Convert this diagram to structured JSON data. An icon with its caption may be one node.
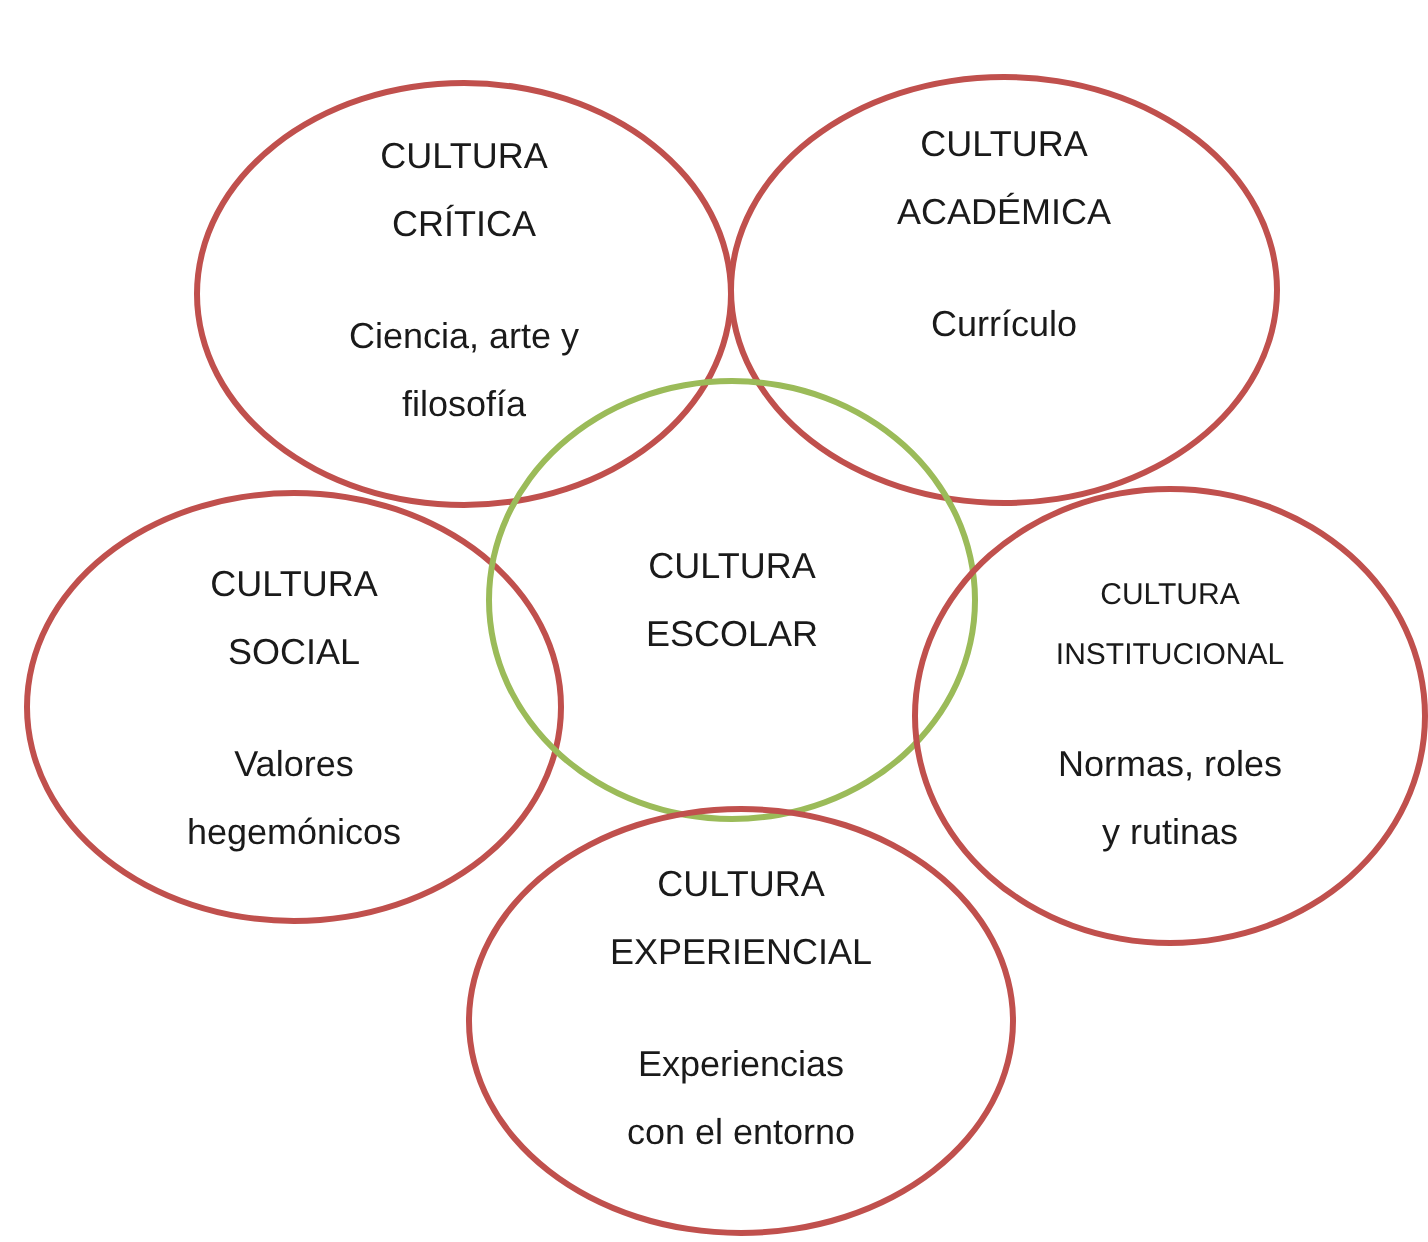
{
  "diagram": {
    "nodes": [
      {
        "text": [
          "CULTURA CRÍTICA",
          "Ciencia, arte y filosofía"
        ]
      },
      {
        "text": [
          "CULTURA ACADÉMICA",
          "Currículo"
        ]
      },
      {
        "text": [
          "CULTURA SOCIAL",
          "Valores hegemónicos"
        ]
      },
      {
        "text": [
          "CULTURA ESCOLAR"
        ]
      },
      {
        "text": [
          "CULTURA INSTITUCIONAL",
          "Normas, roles y rutinas"
        ]
      },
      {
        "text": [
          "CULTURA EXPERIENCIAL",
          "Experiencias con el entorno"
        ]
      }
    ]
  }
}
